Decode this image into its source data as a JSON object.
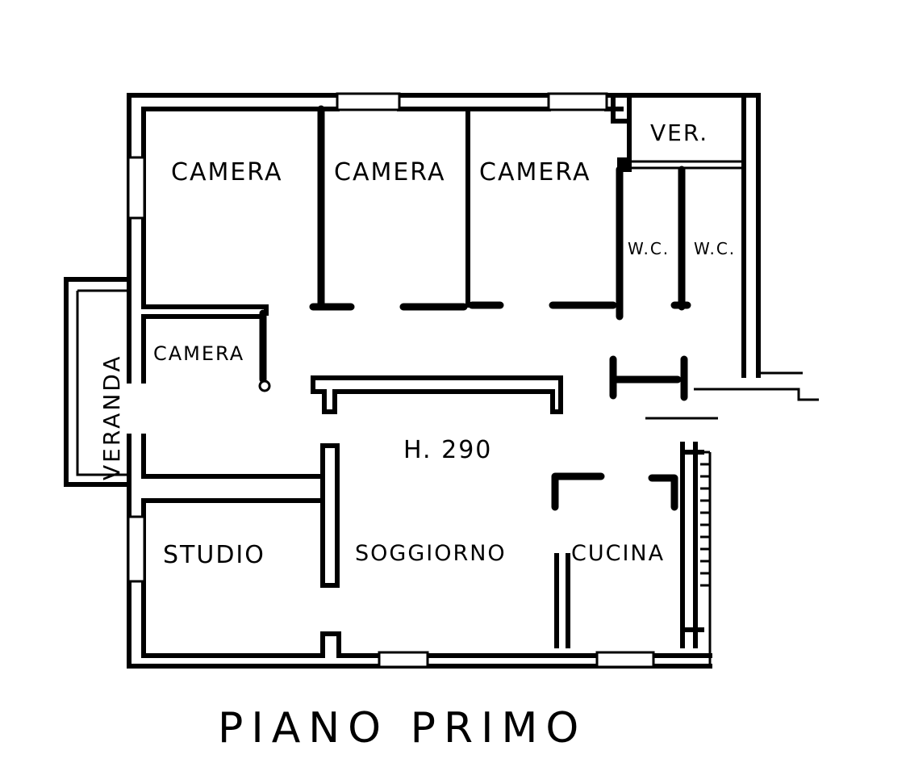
{
  "rooms": {
    "camera_1": "CAMERA",
    "camera_2": "CAMERA",
    "camera_3": "CAMERA",
    "camera_4": "CAMERA",
    "ver": "VER.",
    "wc_1": "W.C.",
    "wc_2": "W.C.",
    "veranda": "VERANDA",
    "studio": "STUDIO",
    "soggiorno": "SOGGIORNO",
    "cucina": "CUCINA"
  },
  "height_note": "H. 290",
  "title": "PIANO PRIMO"
}
